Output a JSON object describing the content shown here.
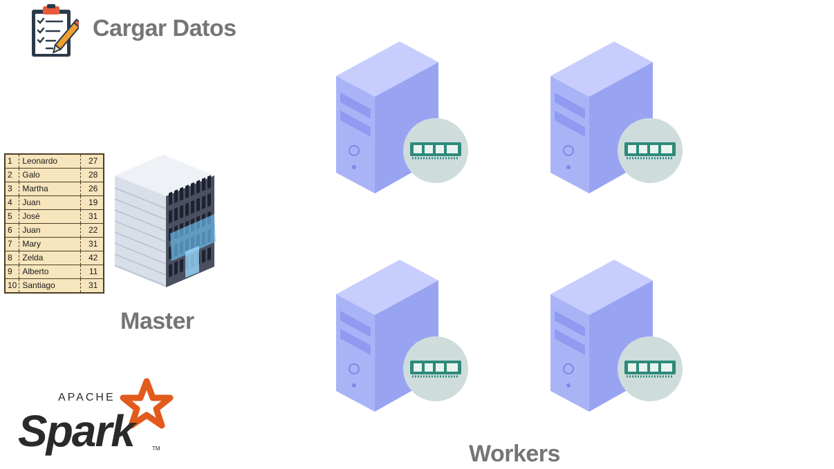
{
  "header": {
    "title": "Cargar Datos",
    "icon": "clipboard-checklist-icon"
  },
  "master": {
    "label": "Master",
    "icon": "server-rack-icon"
  },
  "workers": {
    "label": "Workers",
    "count": 4,
    "icon": "server-tower-with-memory-icon"
  },
  "table": {
    "rows": [
      {
        "index": "1",
        "name": "Leonardo",
        "age": "27"
      },
      {
        "index": "2",
        "name": "Galo",
        "age": "28"
      },
      {
        "index": "3",
        "name": "Martha",
        "age": "26"
      },
      {
        "index": "4",
        "name": "Juan",
        "age": "19"
      },
      {
        "index": "5",
        "name": "José",
        "age": "31"
      },
      {
        "index": "6",
        "name": "Juan",
        "age": "22"
      },
      {
        "index": "7",
        "name": "Mary",
        "age": "31"
      },
      {
        "index": "8",
        "name": "Zelda",
        "age": "42"
      },
      {
        "index": "9",
        "name": "Alberto",
        "age": "11"
      },
      {
        "index": "10",
        "name": "Santiago",
        "age": "31"
      }
    ]
  },
  "logo": {
    "apache_text": "APACHE",
    "spark_text": "Spark",
    "tm": "TM"
  },
  "colors": {
    "label_gray": "#757575",
    "worker_blue": "#a9b4f7",
    "memory_circle": "#cfdcdc",
    "memory_chip": "#2d8a7a",
    "spark_orange": "#e25a1c",
    "table_bg": "#f6e5bd"
  }
}
